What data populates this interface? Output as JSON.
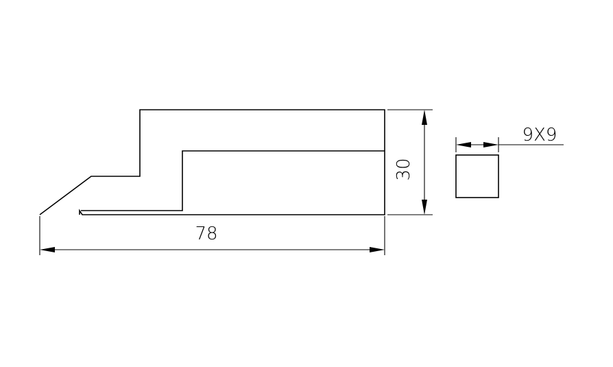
{
  "dimensions": {
    "length": "78",
    "height": "30",
    "cross_section": "9X9"
  }
}
